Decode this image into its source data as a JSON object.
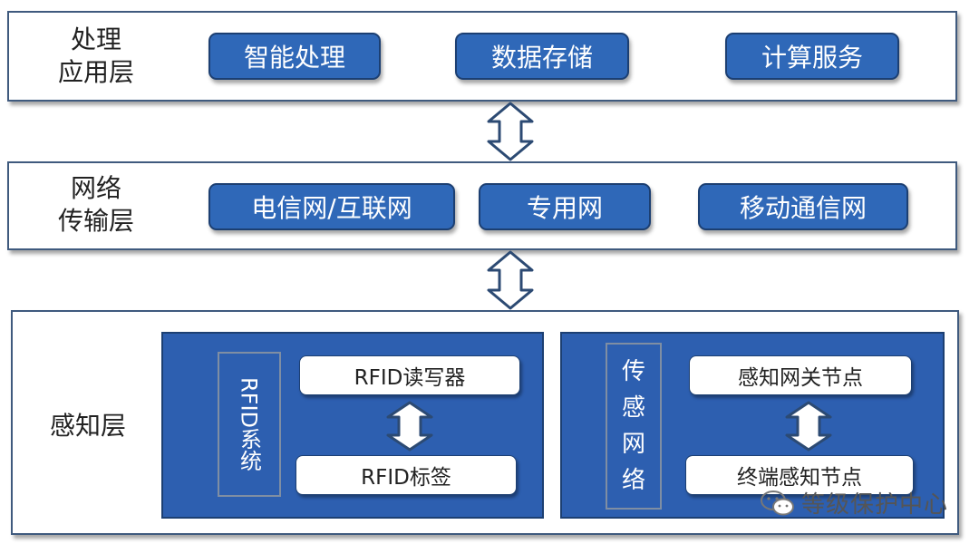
{
  "application_layer": {
    "label_line1": "处理",
    "label_line2": "应用层",
    "items": [
      "智能处理",
      "数据存储",
      "计算服务"
    ]
  },
  "network_layer": {
    "label_line1": "网络",
    "label_line2": "传输层",
    "items": [
      "电信网/互联网",
      "专用网",
      "移动通信网"
    ]
  },
  "perception_layer": {
    "label": "感知层",
    "rfid_system": {
      "title": "RFID系统",
      "reader": "RFID读写器",
      "tag": "RFID标签"
    },
    "sensor_network": {
      "title": "传感网络",
      "gateway": "感知网关节点",
      "terminal": "终端感知节点"
    }
  },
  "watermark": "等级保护中心",
  "colors": {
    "layer_border": "#3f5a7e",
    "pill_fill": "#2f68b8",
    "panel_fill": "#2d5fb0",
    "arrow_fill": "#ffffff",
    "arrow_stroke": "#2c4a73"
  }
}
